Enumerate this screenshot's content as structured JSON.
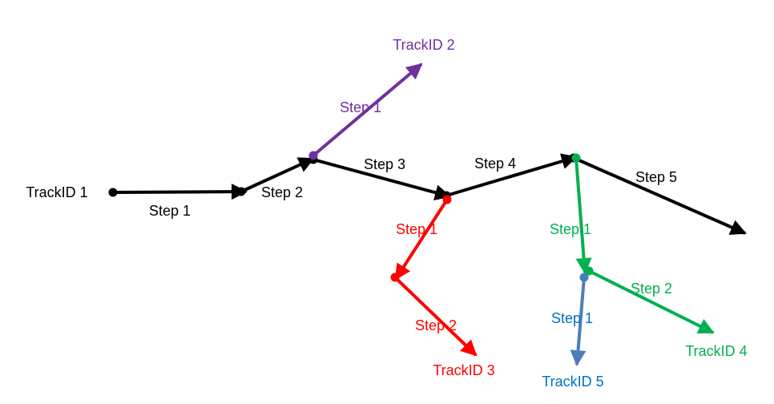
{
  "colors": {
    "track1": "#000000",
    "track2": "#7030a0",
    "track3": "#ff0000",
    "track4": "#00b050",
    "track5": "#4a7ebb",
    "track5_label": "#0070c0"
  },
  "tracks": {
    "t1": {
      "label": "TrackID 1",
      "steps": [
        "Step 1",
        "Step 2",
        "Step 3",
        "Step 4",
        "Step 5"
      ]
    },
    "t2": {
      "label": "TrackID 2",
      "steps": [
        "Step 1"
      ]
    },
    "t3": {
      "label": "TrackID 3",
      "steps": [
        "Step 1",
        "Step 2"
      ]
    },
    "t4": {
      "label": "TrackID 4",
      "steps": [
        "Step 1",
        "Step 2"
      ]
    },
    "t5": {
      "label": "TrackID 5",
      "steps": [
        "Step 1"
      ]
    }
  }
}
